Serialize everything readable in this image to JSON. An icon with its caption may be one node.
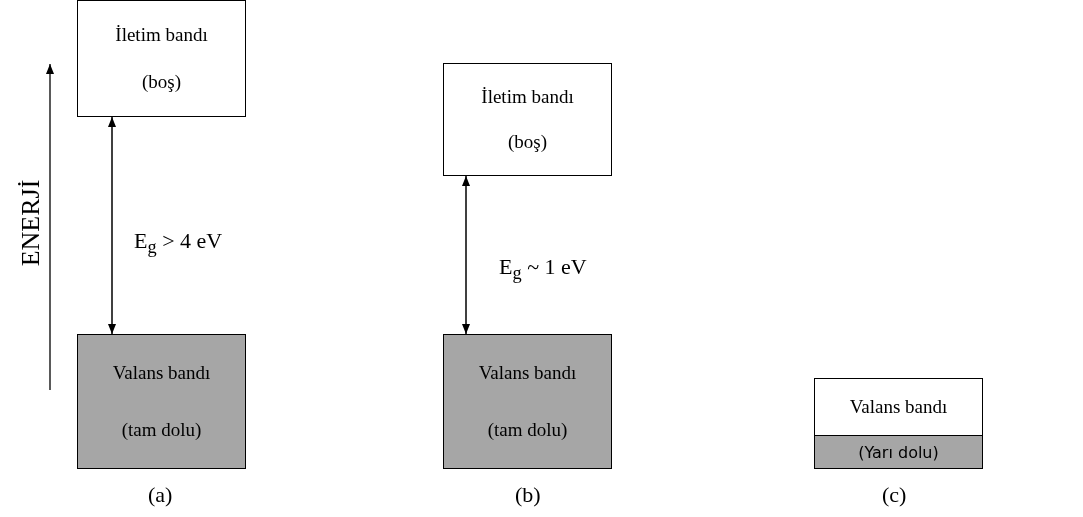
{
  "diagram": {
    "nodes": [
      {
        "text": [
          "İletim bandı",
          "(boş)"
        ]
      },
      {
        "text": [
          "Valans bandı",
          "(tam dolu)"
        ]
      },
      {
        "text": [
          "İletim bandı",
          "(boş)"
        ]
      },
      {
        "text": [
          "Valans bandı",
          "(tam dolu)"
        ]
      },
      {
        "text": [
          "Valans bandı",
          "(Yarı dolu)"
        ]
      }
    ],
    "edges": [
      {
        "from": 0,
        "to": 1,
        "arrow": "both",
        "label": "E$_{g}$ > 4 eV"
      },
      {
        "from": 2,
        "to": 3,
        "arrow": "both",
        "label": "E$_{g}$ ~ 1 eV"
      }
    ],
    "labels": [
      "ENERJİ",
      "(a)",
      "(b)",
      "(c)"
    ]
  }
}
